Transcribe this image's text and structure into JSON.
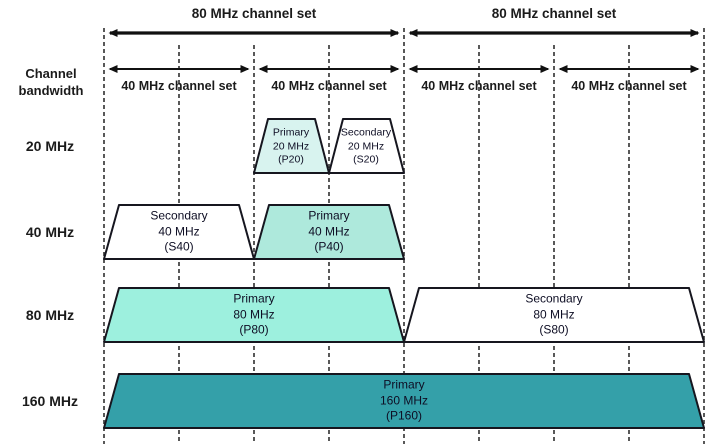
{
  "axis": {
    "title_line1": "Channel",
    "title_line2": "bandwidth",
    "rows": [
      "20 MHz",
      "40 MHz",
      "80 MHz",
      "160 MHz"
    ]
  },
  "channel_sets": {
    "set80": [
      {
        "label": "80 MHz channel set"
      },
      {
        "label": "80 MHz channel set"
      }
    ],
    "set40": [
      {
        "label": "40 MHz channel set"
      },
      {
        "label": "40 MHz channel set"
      },
      {
        "label": "40 MHz channel set"
      },
      {
        "label": "40 MHz channel set"
      }
    ]
  },
  "blocks": {
    "p20": {
      "lines": [
        "Primary",
        "20 MHz",
        "(P20)"
      ],
      "color": "#d8f3ef"
    },
    "s20": {
      "lines": [
        "Secondary",
        "20 MHz",
        "(S20)"
      ],
      "color": "#ffffff"
    },
    "s40": {
      "lines": [
        "Secondary",
        "40 MHz",
        "(S40)"
      ],
      "color": "#ffffff"
    },
    "p40": {
      "lines": [
        "Primary",
        "40 MHz",
        "(P40)"
      ],
      "color": "#aee9dc"
    },
    "p80": {
      "lines": [
        "Primary",
        "80 MHz",
        "(P80)"
      ],
      "color": "#9df0de"
    },
    "s80": {
      "lines": [
        "Secondary",
        "80 MHz",
        "(S80)"
      ],
      "color": "#ffffff"
    },
    "p160": {
      "lines": [
        "Primary",
        "160 MHz",
        "(P160)"
      ],
      "color": "#34a0a9"
    }
  },
  "style": {
    "outline_color": "#16161f",
    "grid_color": "#3c3c3c",
    "arrow_color": "#111111"
  }
}
